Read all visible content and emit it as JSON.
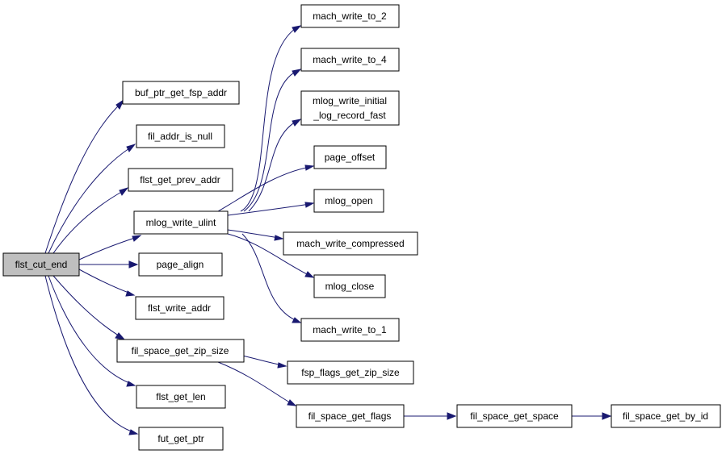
{
  "colors": {
    "edge": "#191970",
    "root_fill": "#bfbfbf",
    "node_fill": "#ffffff",
    "border": "#000000"
  },
  "nodes": {
    "flst_cut_end": "flst_cut_end",
    "buf_ptr_get_fsp_addr": "buf_ptr_get_fsp_addr",
    "fil_addr_is_null": "fil_addr_is_null",
    "flst_get_prev_addr": "flst_get_prev_addr",
    "mlog_write_ulint": "mlog_write_ulint",
    "page_align": "page_align",
    "flst_write_addr": "flst_write_addr",
    "fil_space_get_zip_size": "fil_space_get_zip_size",
    "flst_get_len": "flst_get_len",
    "fut_get_ptr": "fut_get_ptr",
    "mach_write_to_2": "mach_write_to_2",
    "mach_write_to_4": "mach_write_to_4",
    "mlog_write_initial_line1": "mlog_write_initial",
    "mlog_write_initial_line2": "_log_record_fast",
    "page_offset": "page_offset",
    "mlog_open": "mlog_open",
    "mach_write_compressed": "mach_write_compressed",
    "mlog_close": "mlog_close",
    "mach_write_to_1": "mach_write_to_1",
    "fsp_flags_get_zip_size": "fsp_flags_get_zip_size",
    "fil_space_get_flags": "fil_space_get_flags",
    "fil_space_get_space": "fil_space_get_space",
    "fil_space_get_by_id": "fil_space_get_by_id"
  }
}
